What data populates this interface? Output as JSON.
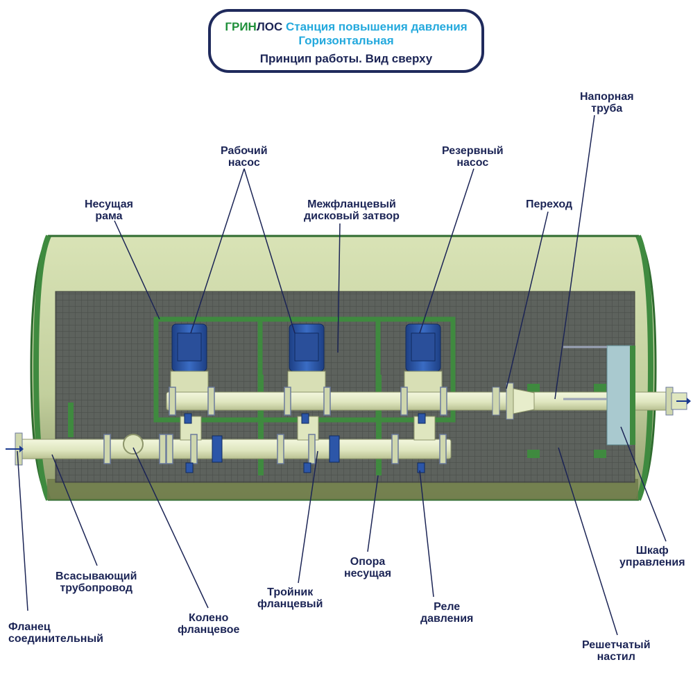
{
  "title": {
    "brand_part1": "ГРИН",
    "brand_part2": "ЛОС",
    "line1_rest": " Станция повышения давления",
    "line2": "Горизонтальная",
    "line3": "Принцип работы. Вид сверху"
  },
  "labels": {
    "working_pump": [
      "Рабочий",
      "насос"
    ],
    "reserve_pump": [
      "Резервный",
      "насос"
    ],
    "pressure_pipe": [
      "Напорная",
      "труба"
    ],
    "support_frame": [
      "Несущая",
      "рама"
    ],
    "butterfly_valve": [
      "Межфланцевый",
      "дисковый затвор"
    ],
    "transition": [
      "Переход"
    ],
    "suction_pipe": [
      "Всасывающий",
      "трубопровод"
    ],
    "flange_connector": [
      "Фланец",
      "соединительный"
    ],
    "flanged_elbow": [
      "Колено",
      "фланцевое"
    ],
    "flanged_tee": [
      "Тройник",
      "фланцевый"
    ],
    "support": [
      "Опора",
      "несущая"
    ],
    "pressure_relay": [
      "Реле",
      "давления"
    ],
    "control_cabinet": [
      "Шкаф",
      "управления"
    ],
    "grating_floor": [
      "Решетчатый",
      "настил"
    ]
  },
  "colors": {
    "navy": "#1b2455",
    "green_brand": "#1e8f3a",
    "cyan_text": "#24a9dd",
    "tank": "#b9c89a",
    "grating": "#5a5f5a",
    "pump_blue": "#2c56a8",
    "pipe": "#e2e9c4"
  }
}
